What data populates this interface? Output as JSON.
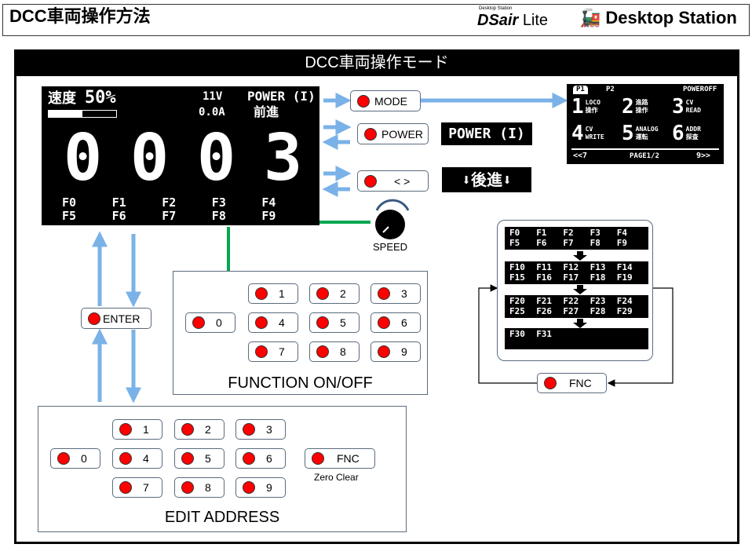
{
  "header": {
    "title": "DCC車両操作方法",
    "logo_dsair_small": "Desktop Station",
    "logo_dsair": "DSair",
    "logo_lite": "Lite",
    "logo_desktop_station": "Desktop Station"
  },
  "frame": {
    "title": "DCC車両操作モード"
  },
  "lcd": {
    "speed_label": "速度",
    "speed_value": "50%",
    "speed_fraction": 0.5,
    "voltage": "11V",
    "current": "0.0A",
    "power": "POWER (I)",
    "direction": "前進",
    "address": [
      "0",
      "0",
      "0",
      "3"
    ],
    "functions": [
      "F0",
      "F1",
      "F2",
      "F3",
      "F4",
      "F5",
      "F6",
      "F7",
      "F8",
      "F9"
    ]
  },
  "buttons": {
    "mode": "MODE",
    "power": "POWER",
    "direction": "< >",
    "enter": "ENTER",
    "fnc": "FNC",
    "fnc_loop": "FNC"
  },
  "power_display": "POWER (I)",
  "direction_display": "後進",
  "speed_label": "SPEED",
  "mode_menu": {
    "tab1": "P1",
    "tab2": "P2",
    "poweroff": "POWEROFF",
    "items": [
      {
        "num": "1",
        "l1": "LOCO",
        "l2": "操作"
      },
      {
        "num": "2",
        "l1": "進路",
        "l2": "操作"
      },
      {
        "num": "3",
        "l1": "CV",
        "l2": "READ"
      },
      {
        "num": "4",
        "l1": "CV",
        "l2": "WRITE"
      },
      {
        "num": "5",
        "l1": "ANALOG",
        "l2": "運転"
      },
      {
        "num": "6",
        "l1": "ADDR",
        "l2": "探査"
      }
    ],
    "prev": "<<7",
    "page": "PAGE1/2",
    "next": "9>>"
  },
  "function_panel": {
    "title": "FUNCTION ON/OFF",
    "keys": [
      "0",
      "1",
      "2",
      "3",
      "4",
      "5",
      "6",
      "7",
      "8",
      "9"
    ]
  },
  "address_panel": {
    "title": "EDIT ADDRESS",
    "keys": [
      "0",
      "1",
      "2",
      "3",
      "4",
      "5",
      "6",
      "7",
      "8",
      "9"
    ],
    "fnc": "FNC",
    "zero_clear": "Zero Clear"
  },
  "fnc_pages": [
    [
      "F0",
      "F1",
      "F2",
      "F3",
      "F4",
      "F5",
      "F6",
      "F7",
      "F8",
      "F9"
    ],
    [
      "F10",
      "F11",
      "F12",
      "F13",
      "F14",
      "F15",
      "F16",
      "F17",
      "F18",
      "F19"
    ],
    [
      "F20",
      "F21",
      "F22",
      "F23",
      "F24",
      "F25",
      "F26",
      "F27",
      "F28",
      "F29"
    ],
    [
      "F30",
      "F31"
    ]
  ],
  "colors": {
    "arrow": "#7ab2e8",
    "green": "#00a84f",
    "led": "#ff0000"
  }
}
